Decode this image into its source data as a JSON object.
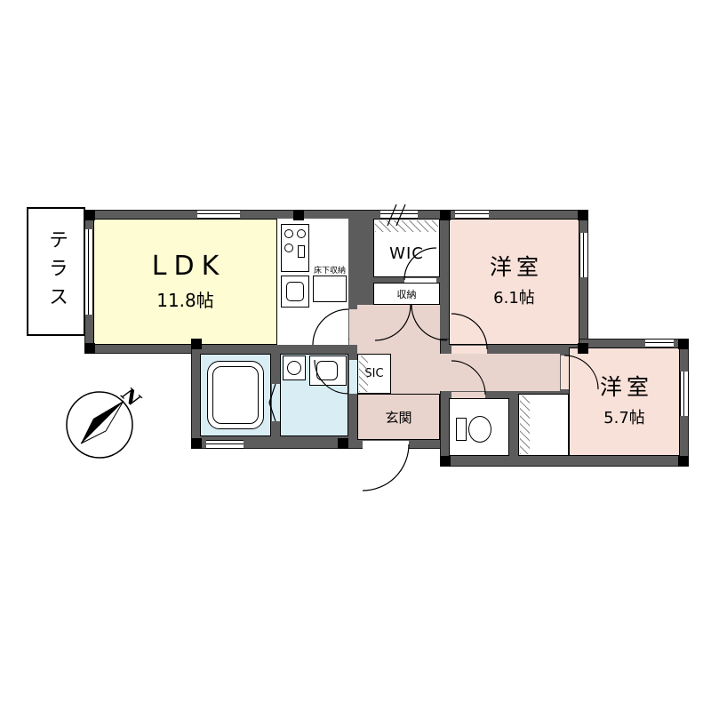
{
  "rooms": {
    "terrace": {
      "label": "テラス"
    },
    "ldk": {
      "label": "LDK",
      "size": "11.8帖"
    },
    "underfloor_storage": {
      "label": "床下収納"
    },
    "wic": {
      "label": "WIC"
    },
    "closet": {
      "label": "収納"
    },
    "bedroom_a": {
      "label": "洋室",
      "size": "6.1帖"
    },
    "bedroom_b": {
      "label": "洋室",
      "size": "5.7帖"
    },
    "sic": {
      "label": "SIC"
    },
    "entrance": {
      "label": "玄関"
    }
  },
  "compass": {
    "north": "N"
  },
  "colors": {
    "wall": "#5C5C5C",
    "ldk_fill": "#FEFCD2",
    "bedroom_fill": "#F8E1D9",
    "hall_fill": "#E9D4CD",
    "bath_fill": "#D8EDF4",
    "line": "#000000"
  }
}
